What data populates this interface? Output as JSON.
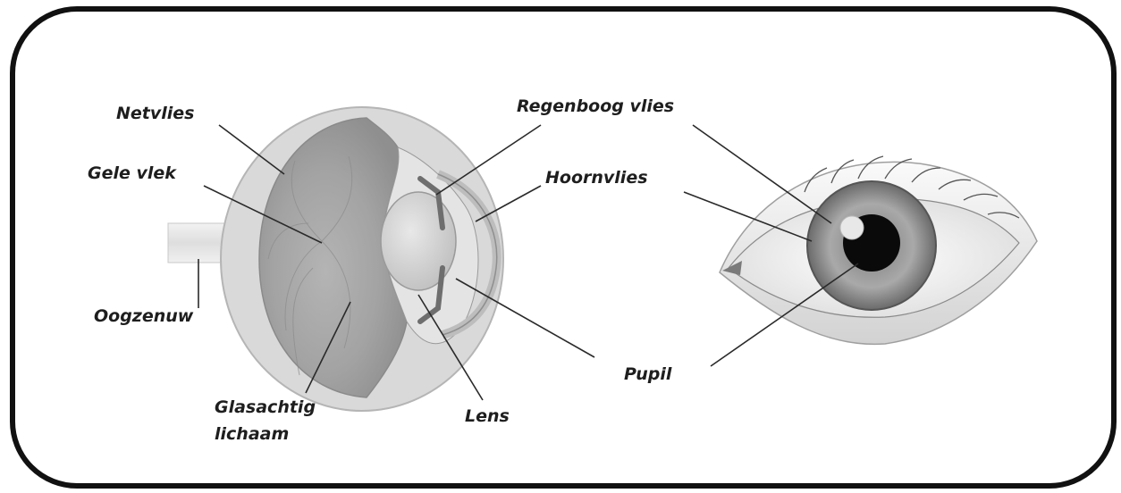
{
  "labels": {
    "netvlies": "Netvlies",
    "gele_vlek": "Gele vlek",
    "oogzenuw": "Oogzenuw",
    "glasachtig_line1": "Glasachtig",
    "glasachtig_line2": "lichaam",
    "lens": "Lens",
    "regenboog_vlies": "Regenboog vlies",
    "hoornvlies": "Hoornvlies",
    "pupil": "Pupil"
  }
}
